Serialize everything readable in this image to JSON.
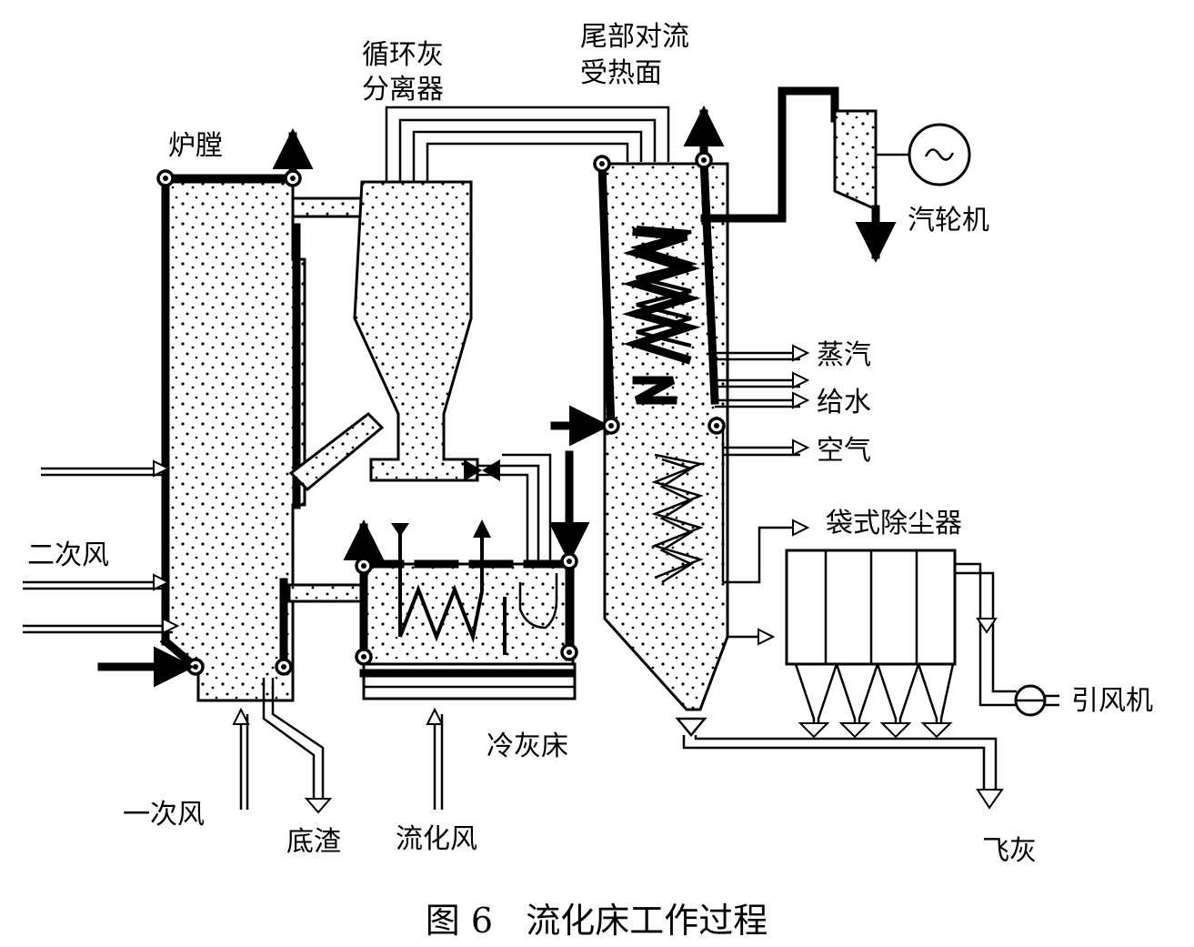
{
  "labels": {
    "furnace": "炉膛",
    "separator_l1": "循环灰",
    "separator_l2": "分离器",
    "tail_l1": "尾部对流",
    "tail_l2": "受热面",
    "turbine": "汽轮机",
    "steam": "蒸汽",
    "feedwater": "给水",
    "air": "空气",
    "bag_filter": "袋式除尘器",
    "secondary_air": "二次风",
    "primary_air": "一次风",
    "bottom_ash": "底渣",
    "fluidizing_air": "流化风",
    "cooler": "冷灰床",
    "id_fan": "引风机",
    "fly_ash": "飞灰"
  },
  "caption": "图 6   流化床工作过程"
}
